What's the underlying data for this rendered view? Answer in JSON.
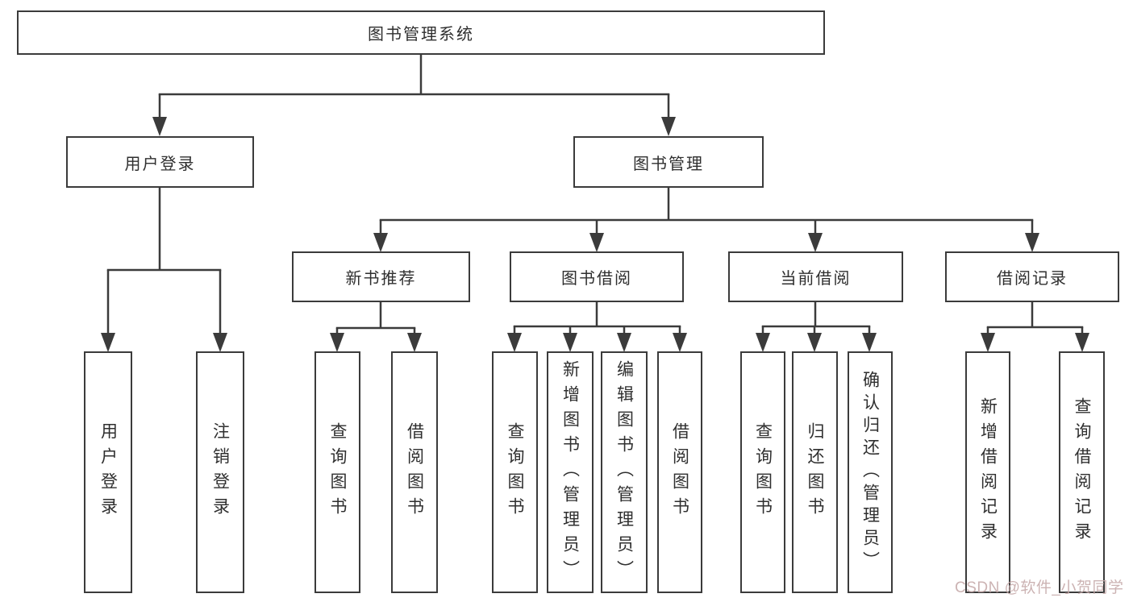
{
  "diagram": {
    "type": "hierarchy-tree",
    "colors": {
      "line": "#3b3b3b",
      "box_border": "#3b3b3b",
      "box_fill": "#ffffff",
      "text": "#2f2f2f",
      "background": "#ffffff",
      "watermark": "#c5a8a8"
    },
    "watermark": {
      "text": "CSDN @软件_小贺同学"
    },
    "tree": {
      "root": {
        "label": "图书管理系统",
        "children": [
          {
            "label": "用户登录",
            "children": [
              {
                "label": "用户登录"
              },
              {
                "label": "注销登录"
              }
            ]
          },
          {
            "label": "图书管理",
            "children": [
              {
                "label": "新书推荐",
                "children": [
                  {
                    "label": "查询图书"
                  },
                  {
                    "label": "借阅图书"
                  }
                ]
              },
              {
                "label": "图书借阅",
                "children": [
                  {
                    "label": "查询图书"
                  },
                  {
                    "label": "新增图书（管理员）"
                  },
                  {
                    "label": "编辑图书（管理员）"
                  },
                  {
                    "label": "借阅图书"
                  }
                ]
              },
              {
                "label": "当前借阅",
                "children": [
                  {
                    "label": "查询图书"
                  },
                  {
                    "label": "归还图书"
                  },
                  {
                    "label": "确认归还（管理员）"
                  }
                ]
              },
              {
                "label": "借阅记录",
                "children": [
                  {
                    "label": "新增借阅记录"
                  },
                  {
                    "label": "查询借阅记录"
                  }
                ]
              }
            ]
          }
        ]
      }
    }
  }
}
